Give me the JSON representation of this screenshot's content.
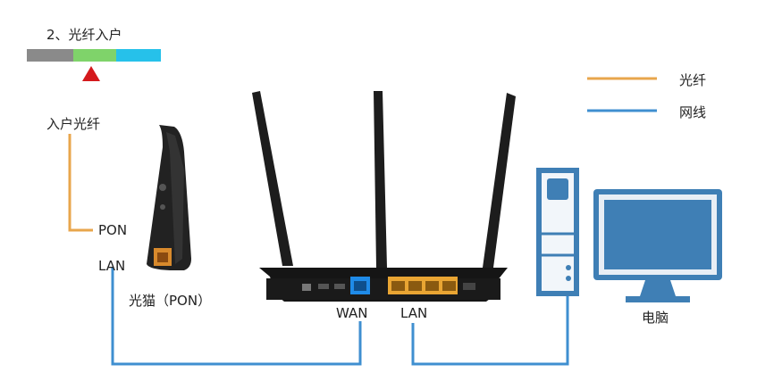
{
  "step": {
    "title": "2、光纤入户",
    "bar_colors": [
      "#8a8a8a",
      "#7fd36a",
      "#26c1ea"
    ],
    "marker_color": "#d4191c"
  },
  "legend": {
    "items": [
      {
        "label": "光纤",
        "color": "#e8a64c"
      },
      {
        "label": "网线",
        "color": "#3f8fd0"
      }
    ]
  },
  "modem": {
    "fiber_label": "入户光纤",
    "pon_port": "PON",
    "lan_port": "LAN",
    "name": "光猫（PON）"
  },
  "router": {
    "wan_label": "WAN",
    "lan_label": "LAN"
  },
  "computer": {
    "name": "电脑"
  }
}
